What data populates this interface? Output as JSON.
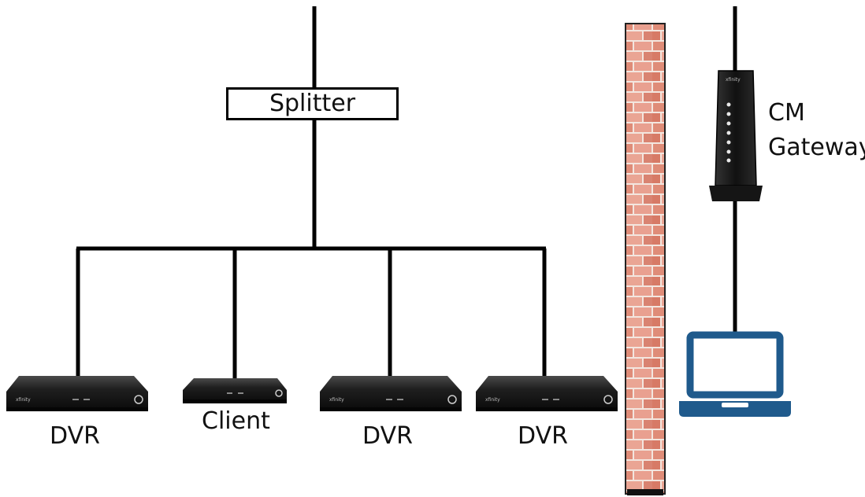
{
  "splitter": {
    "label": "Splitter"
  },
  "gateway": {
    "label_line1": "CM",
    "label_line2": "Gateway",
    "brand": "xfinity"
  },
  "devices": [
    {
      "label": "DVR",
      "brand": "xfinity"
    },
    {
      "label": "Client"
    },
    {
      "label": "DVR",
      "brand": "xfinity"
    },
    {
      "label": "DVR",
      "brand": "xfinity"
    }
  ],
  "colors": {
    "wire": "#000000",
    "brick": "#d9826d",
    "mortar": "#f3e6df",
    "laptop": "#1f5a8c",
    "device_body": "#1c1c1c"
  }
}
